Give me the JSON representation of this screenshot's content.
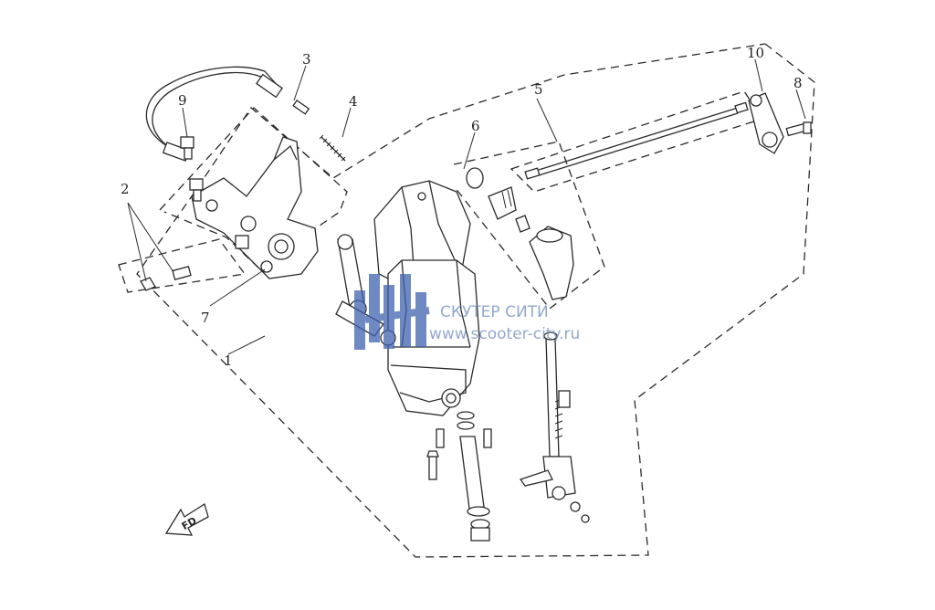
{
  "callouts": {
    "c1": "1",
    "c2": "2",
    "c3": "3",
    "c4": "4",
    "c5": "5",
    "c6": "6",
    "c7": "7",
    "c8": "8",
    "c9": "9",
    "c10": "10"
  },
  "watermark": {
    "line1": "СКУТЕР СИТИ",
    "line2": "www.scooter-city.ru",
    "color": "#3f63b0"
  },
  "direction_arrow": {
    "label": "FD"
  }
}
